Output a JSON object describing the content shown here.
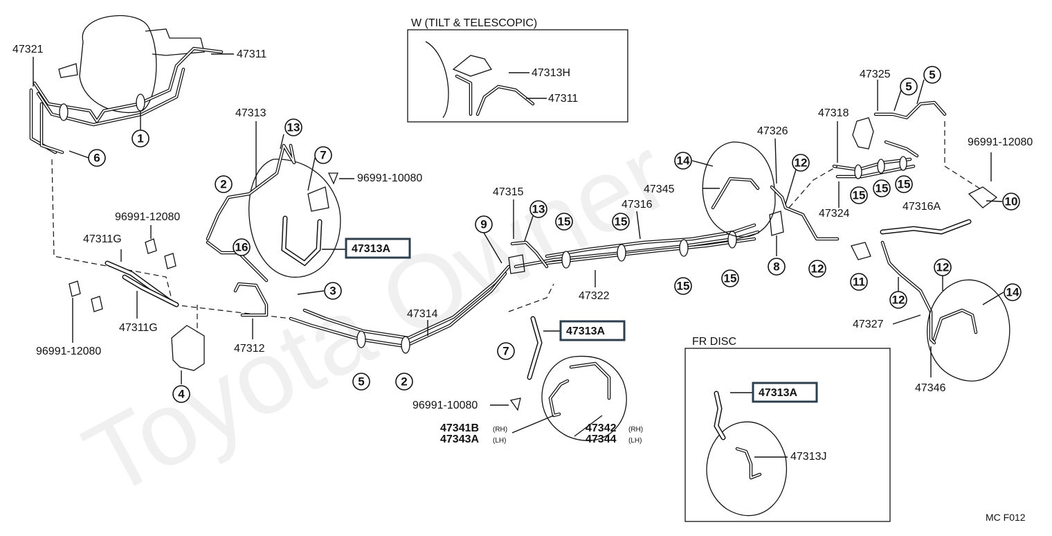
{
  "diagram": {
    "inset_w_title": "W (TILT & TELESCOPIC)",
    "inset_fr_title": "FR DISC",
    "watermark": "Toyota Owner",
    "code": "MC F012"
  },
  "labels": {
    "p47321": "47321",
    "p47311": "47311",
    "p47313": "47313",
    "p96991_10080a": "96991-10080",
    "p96991_12080a": "96991-12080",
    "p47311G_a": "47311G",
    "p47311G_b": "47311G",
    "p96991_12080b": "96991-12080",
    "p47312": "47312",
    "p47314": "47314",
    "p47313A_a": "47313A",
    "p47315": "47315",
    "p47313H": "47313H",
    "p47311_w": "47311",
    "p47316": "47316",
    "p47322": "47322",
    "p47313A_b": "47313A",
    "p96991_10080b": "96991-10080",
    "p47341B": "47341B",
    "p47341B_side": "(RH)",
    "p47343A": "47343A",
    "p47343A_side": "(LH)",
    "p47342": "47342",
    "p47342_side": "(RH)",
    "p47344": "47344",
    "p47344_side": "(LH)",
    "p47345": "47345",
    "p47326": "47326",
    "p47318": "47318",
    "p47325": "47325",
    "p47324": "47324",
    "p96991_12080c": "96991-12080",
    "p47316A": "47316A",
    "p47327": "47327",
    "p47346": "47346",
    "p47313A_c": "47313A",
    "p47313J": "47313J"
  },
  "callouts": [
    "1",
    "6",
    "2",
    "16",
    "13",
    "7",
    "3",
    "4",
    "5",
    "2",
    "9",
    "13",
    "15",
    "15",
    "15",
    "15",
    "7",
    "14",
    "12",
    "8",
    "15",
    "15",
    "15",
    "12",
    "11",
    "12",
    "12",
    "14",
    "5",
    "5",
    "10"
  ]
}
